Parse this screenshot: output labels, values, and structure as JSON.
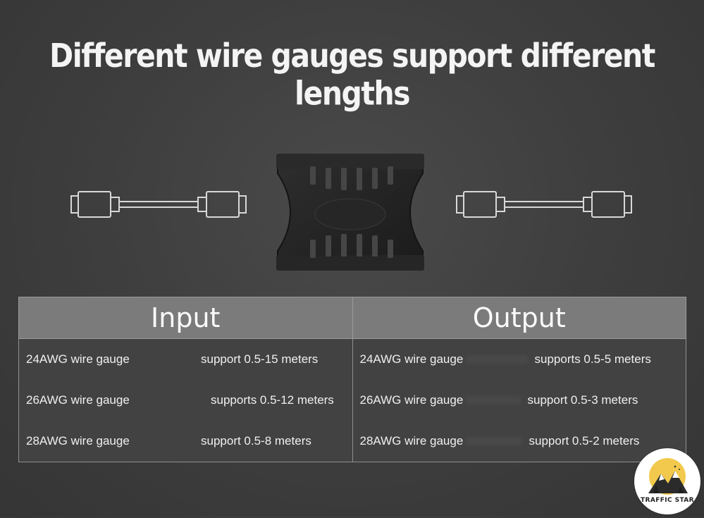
{
  "headline": "Different wire gauges support different lengths",
  "table": {
    "headers": [
      "Input",
      "Output"
    ],
    "rows": [
      {
        "in_gauge": "24AWG wire gauge",
        "in_support": "support 0.5-15 meters",
        "out_gauge": "24AWG wire gauge",
        "out_support": "supports 0.5-5 meters"
      },
      {
        "in_gauge": "26AWG wire gauge",
        "in_support": "supports 0.5-12 meters",
        "out_gauge": "26AWG wire gauge",
        "out_support": "support 0.5-3 meters"
      },
      {
        "in_gauge": "28AWG wire gauge",
        "in_support": "support 0.5-8 meters",
        "out_gauge": "28AWG wire gauge",
        "out_support": "support 0.5-2 meters"
      }
    ]
  },
  "logo": {
    "text": "TRAFFIC STAR"
  },
  "colors": {
    "background": "#3d3d3d",
    "header_bg": "#7b7b7b",
    "adapter": "#222222",
    "logo_sun": "#f2c94c"
  },
  "icons": [
    "usb-c-cable-icon",
    "usb-c-adapter-icon",
    "traffic-star-logo"
  ]
}
